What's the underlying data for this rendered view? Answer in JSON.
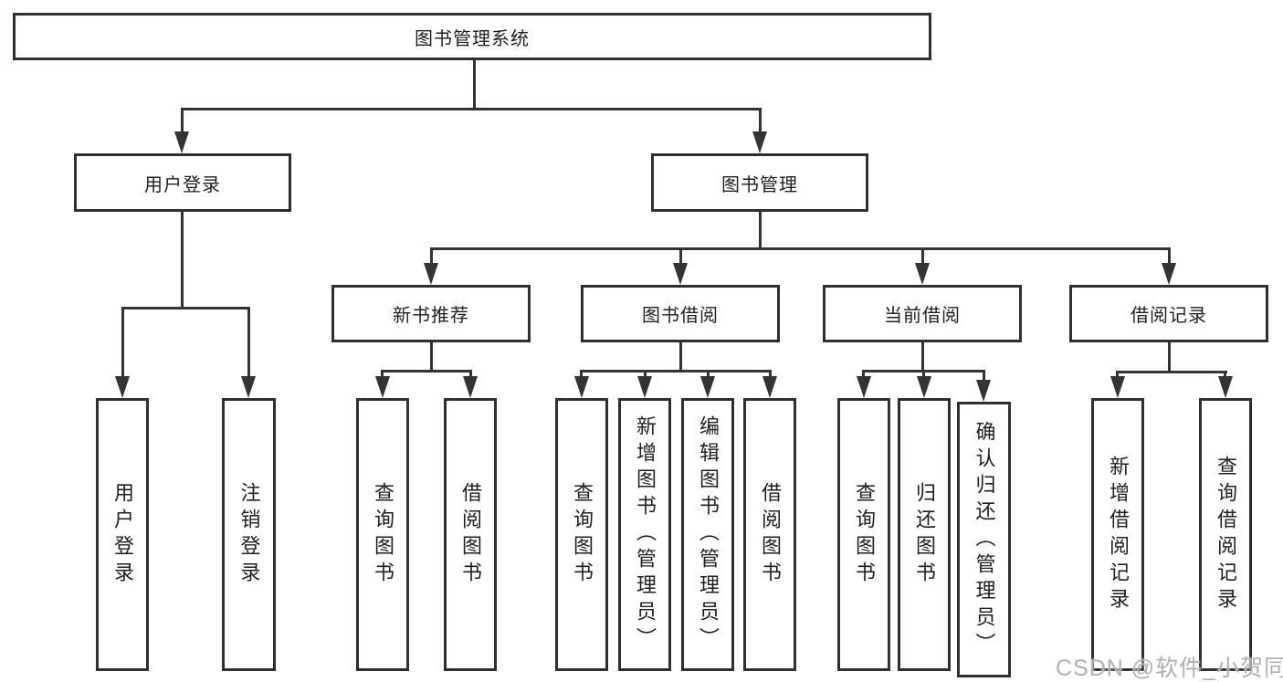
{
  "diagram": {
    "title": "图书管理系统",
    "nodes": {
      "root": "图书管理系统",
      "level2": [
        "用户登录",
        "图书管理"
      ],
      "level3": [
        "新书推荐",
        "图书借阅",
        "当前借阅",
        "借阅记录"
      ],
      "leaves": {
        "user_login": [
          "用户登录",
          "注销登录"
        ],
        "new_book": [
          "查询图书",
          "借阅图书"
        ],
        "book_borrow": [
          "查询图书",
          "新增图书（管理员）",
          "编辑图书（管理员）",
          "借阅图书"
        ],
        "current_borrow": [
          "查询图书",
          "归还图书",
          "确认归还（管理员）"
        ],
        "borrow_record": [
          "新增借阅记录",
          "查询借阅记录"
        ]
      }
    },
    "colors": {
      "line": "#333333",
      "border": "#2f2f2f",
      "text": "#1f1f1f",
      "background": "#ffffff",
      "watermark": "#b0b0b0"
    }
  },
  "watermark": "CSDN @软件_小贺同学"
}
